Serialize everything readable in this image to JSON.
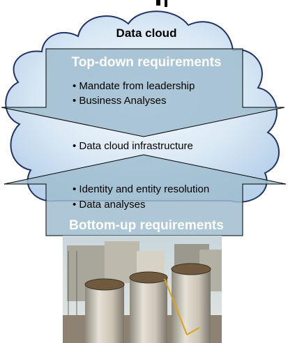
{
  "cloud": {
    "title": "Data cloud"
  },
  "top_down": {
    "heading": "Top-down requirements",
    "items": [
      "Mandate from leadership",
      "Business Analyses"
    ]
  },
  "middle": {
    "items": [
      "Data cloud infrastructure"
    ]
  },
  "bottom_up": {
    "heading": "Bottom-up requirements",
    "items": [
      "Identity and entity resolution",
      "Data analyses"
    ]
  },
  "photo": {
    "subject": "industrial silos under construction"
  },
  "colors": {
    "cloud_fill": "#cfe3f3",
    "cloud_stroke": "#223366",
    "arrow_fill": "#9fbdcf",
    "arrow_stroke": "#000000",
    "heading_text": "#ffffff"
  }
}
